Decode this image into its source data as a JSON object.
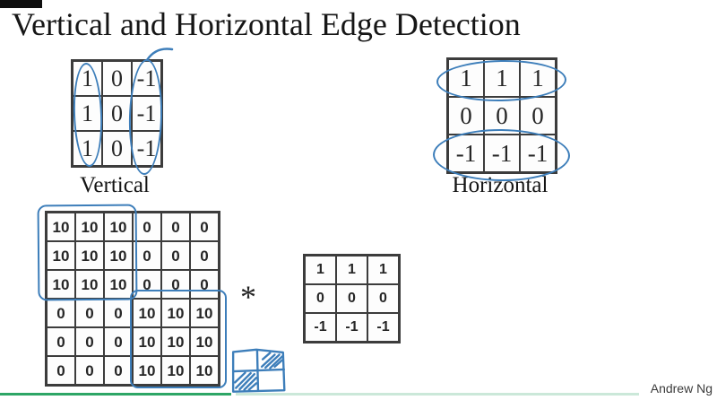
{
  "title": "Vertical and Horizontal Edge Detection",
  "colors": {
    "ink_blue": "#3d7eba",
    "line_green_dark": "#2ea666",
    "line_green_light": "#cbe8d9"
  },
  "filters": {
    "vertical": {
      "label": "Vertical",
      "grid": [
        [
          "1",
          "0",
          "-1"
        ],
        [
          "1",
          "0",
          "-1"
        ],
        [
          "1",
          "0",
          "-1"
        ]
      ],
      "annotations": [
        "left column of 1s circled in blue ink",
        "right column of -1s circled in blue ink"
      ]
    },
    "horizontal": {
      "label": "Horizontal",
      "grid": [
        [
          "1",
          "1",
          "1"
        ],
        [
          "0",
          "0",
          "0"
        ],
        [
          "-1",
          "-1",
          "-1"
        ]
      ],
      "annotations": [
        "top row of 1s circled in blue ink",
        "bottom row of -1s circled in blue ink"
      ]
    }
  },
  "convolution": {
    "input_matrix": [
      [
        "10",
        "10",
        "10",
        "0",
        "0",
        "0"
      ],
      [
        "10",
        "10",
        "10",
        "0",
        "0",
        "0"
      ],
      [
        "10",
        "10",
        "10",
        "0",
        "0",
        "0"
      ],
      [
        "0",
        "0",
        "0",
        "10",
        "10",
        "10"
      ],
      [
        "0",
        "0",
        "0",
        "10",
        "10",
        "10"
      ],
      [
        "0",
        "0",
        "0",
        "10",
        "10",
        "10"
      ]
    ],
    "input_annotations": [
      "top-left 3x3 block of 10s boxed in blue ink",
      "bottom-right 3x3 block of 10s boxed in blue ink"
    ],
    "operator": "*",
    "kernel": [
      [
        "1",
        "1",
        "1"
      ],
      [
        "0",
        "0",
        "0"
      ],
      [
        "-1",
        "-1",
        "-1"
      ]
    ],
    "sketch": "hand-drawn 2x2 checkerboard, top-right and bottom-left quadrants hatched"
  },
  "footer": {
    "author": "Andrew Ng"
  }
}
